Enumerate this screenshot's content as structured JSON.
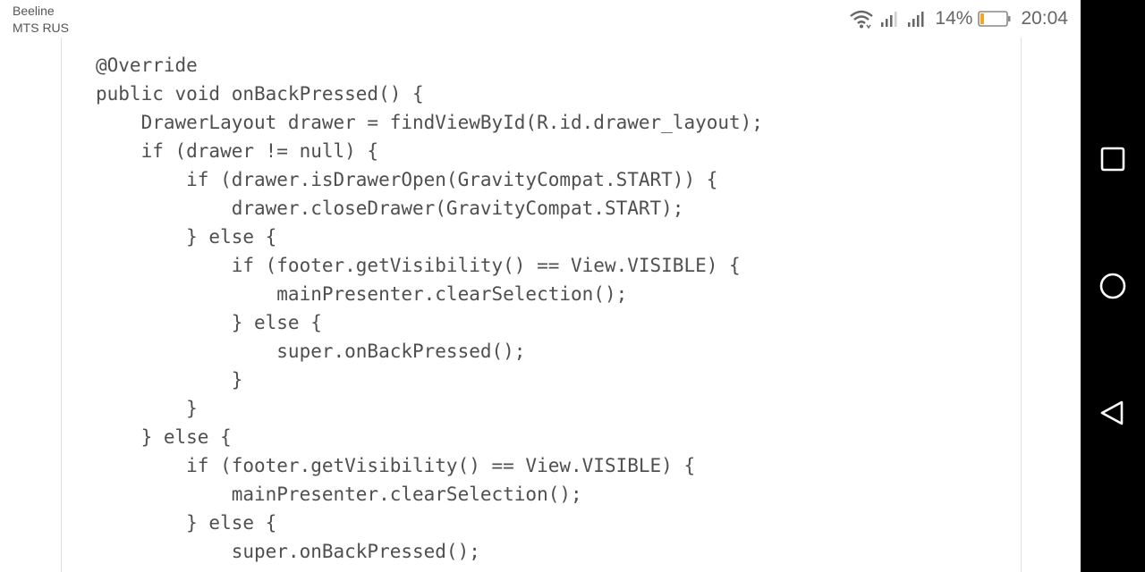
{
  "status_bar": {
    "carrier_1": "Beeline",
    "carrier_2": "MTS RUS",
    "battery_percent": "14%",
    "battery_level": 0.14,
    "battery_color": "#f5a623",
    "time": "20:04",
    "icons": [
      "wifi-icon",
      "signal-icon-sim1",
      "signal-icon-sim2",
      "battery-icon"
    ]
  },
  "code": {
    "lines": [
      "@Override",
      "public void onBackPressed() {",
      "    DrawerLayout drawer = findViewById(R.id.drawer_layout);",
      "    if (drawer != null) {",
      "        if (drawer.isDrawerOpen(GravityCompat.START)) {",
      "            drawer.closeDrawer(GravityCompat.START);",
      "        } else {",
      "            if (footer.getVisibility() == View.VISIBLE) {",
      "                mainPresenter.clearSelection();",
      "            } else {",
      "                super.onBackPressed();",
      "            }",
      "        }",
      "    } else {",
      "        if (footer.getVisibility() == View.VISIBLE) {",
      "            mainPresenter.clearSelection();",
      "        } else {",
      "            super.onBackPressed();"
    ]
  },
  "nav_bar": {
    "buttons": [
      "recent-apps-icon",
      "home-icon",
      "back-icon"
    ]
  }
}
